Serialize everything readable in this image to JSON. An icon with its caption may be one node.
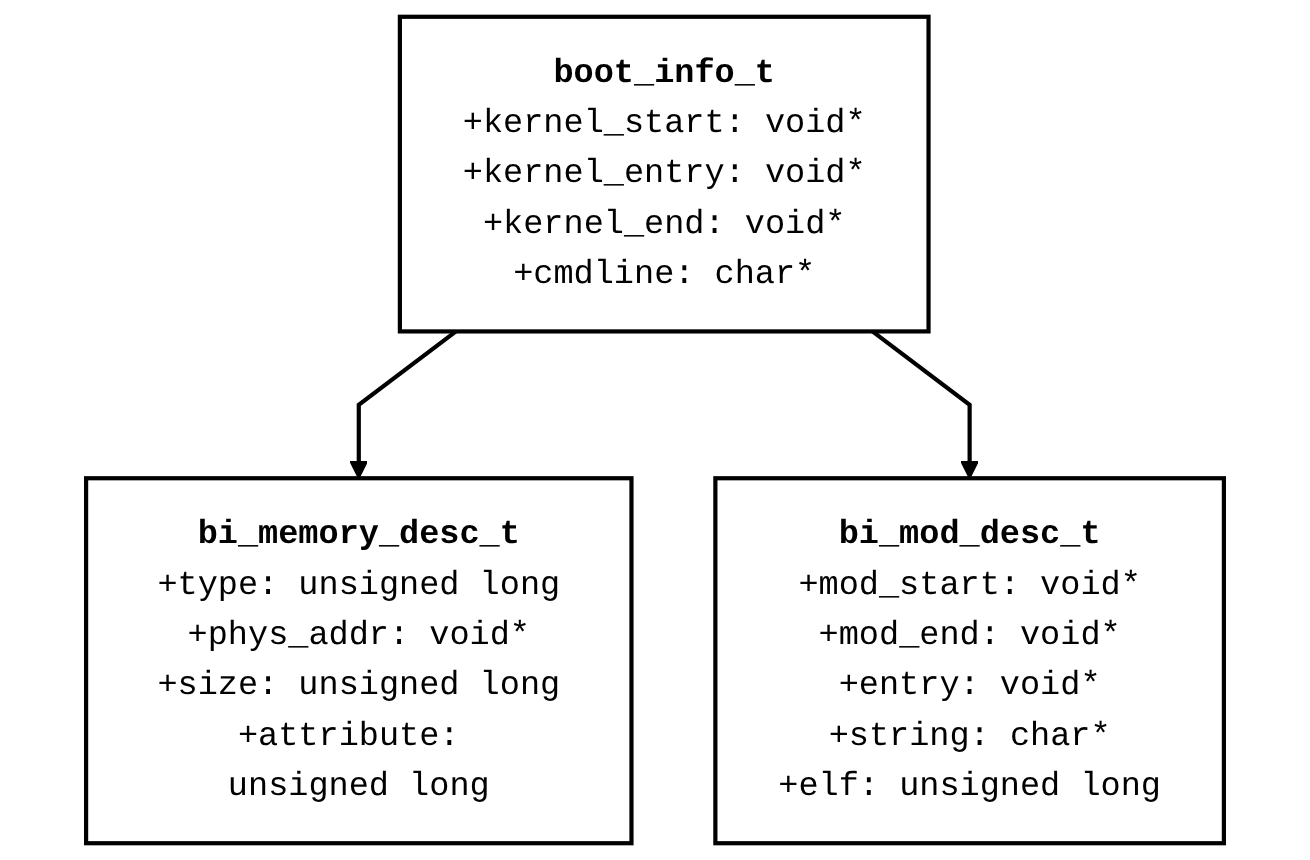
{
  "diagram": {
    "nodes": [
      {
        "text": [
          "boot_info_t",
          "+kernel_start: void*",
          "+kernel_entry: void*",
          "+kernel_end: void*",
          "+cmdline: char*"
        ]
      },
      {
        "text": [
          "bi_memory_desc_t",
          "+type: unsigned long",
          "+phys_addr: void*",
          "+size: unsigned long",
          "+attribute: unsigned long"
        ]
      },
      {
        "text": [
          "bi_mod_desc_t",
          "+mod_start: void*",
          "+mod_end: void*",
          "+entry: void*",
          "+string: char*",
          "+elf: unsigned long"
        ]
      }
    ],
    "edges": [
      {
        "from": 0,
        "to": 1,
        "arrow": "to"
      },
      {
        "from": 0,
        "to": 2,
        "arrow": "to"
      }
    ]
  }
}
